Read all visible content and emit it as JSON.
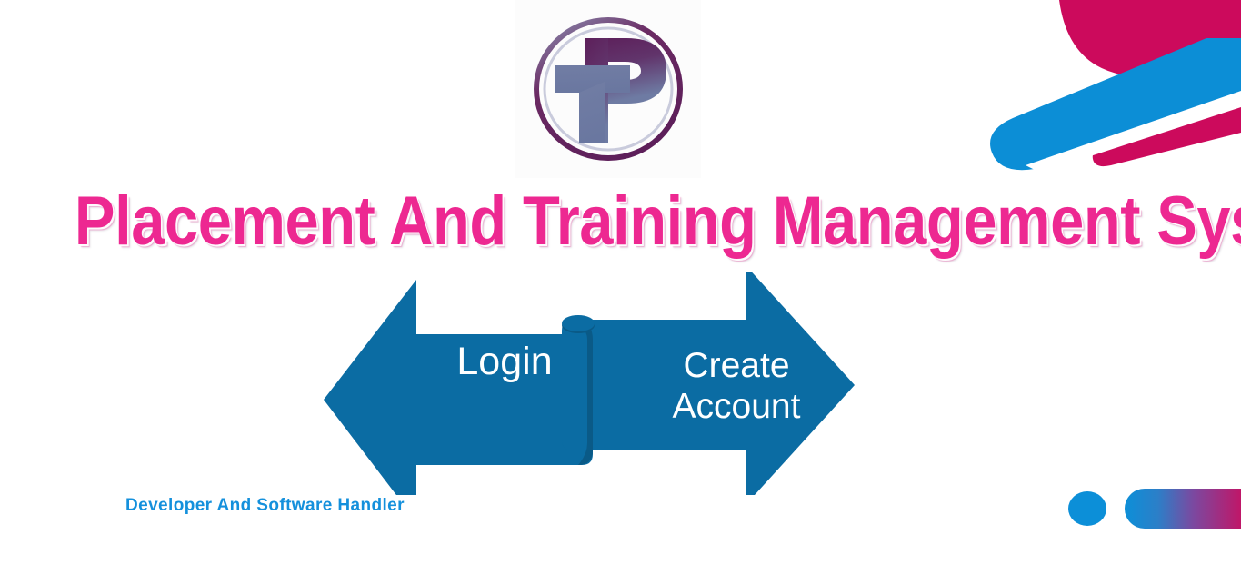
{
  "page": {
    "title": "Placement And Training Management System",
    "background_color": "#FFFFFF"
  },
  "logo": {
    "name": "pt-monogram-logo",
    "alt_text": "PT",
    "letters": "PT",
    "ring_color": "#6B2A63",
    "p_color_top": "#5D1F5A",
    "p_color_bottom": "#6E7BA3",
    "t_color": "#6E7BA3",
    "plate_color": "#FCFCFC"
  },
  "heading": {
    "text": "Placement And Training Management System",
    "color": "#ED2891"
  },
  "actions": {
    "login": {
      "label": "Login",
      "direction": "left",
      "color": "#0B6CA3"
    },
    "create_account": {
      "label": "Create\nAccount",
      "label_line1": "Create",
      "label_line2": "Account",
      "direction": "right",
      "color": "#0B6CA3"
    },
    "ribbon_fold_color": "#0A5A87"
  },
  "footer": {
    "credit": "Developer And Software Handler",
    "color": "#1490DC"
  },
  "decor": {
    "top_right": {
      "name": "corner-swoosh-top-right",
      "crimson": "#CC0A5C",
      "blue": "#0C8ED6"
    },
    "bottom_right": {
      "name": "corner-dots-bottom-right",
      "dot_color": "#0C8FD8",
      "bar_gradient_from": "#0C8FD8",
      "bar_gradient_to": "#C21566"
    }
  }
}
